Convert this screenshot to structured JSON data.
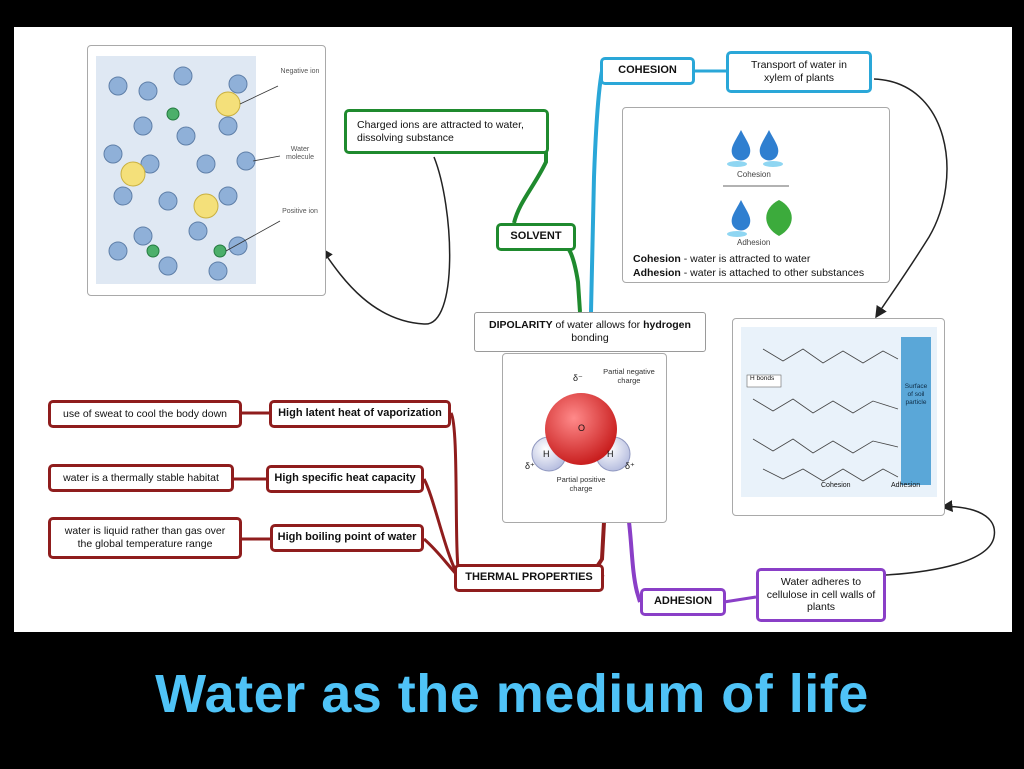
{
  "colors": {
    "solvent": "#1f8a2e",
    "cohesion": "#2aa7d8",
    "thermal": "#8f1d1d",
    "adhesion": "#8a3fc7",
    "title": "#4fc3f7"
  },
  "center": {
    "dipolarity_word": "DIPOLARITY",
    "dipolarity_rest": " of water allows for ",
    "hydrogen_word": "hydrogen",
    "bonding_word": "bonding"
  },
  "solvent": {
    "label": "SOLVENT",
    "note": "Charged ions are attracted to water, dissolving substance",
    "figure": {
      "negative_ion": "Negative ion",
      "water_molecule": "Water molecule",
      "positive_ion": "Positive ion"
    }
  },
  "cohesion": {
    "label": "COHESION",
    "note": "Transport of water in xylem of plants",
    "figure": {
      "cohesion_caption": "Cohesion",
      "adhesion_caption": "Adhesion",
      "cohesion_term": "Cohesion",
      "cohesion_def": " - water is attracted to water",
      "adhesion_term": "Adhesion",
      "adhesion_def": " - water is attached to other substances"
    }
  },
  "adhesion": {
    "label": "ADHESION",
    "note": "Water adheres to cellulose in cell walls of plants",
    "figure": {
      "h_bonds": "H bonds",
      "surface": "Surface of soil particle",
      "cohesion": "Cohesion",
      "adhesion": "Adhesion"
    }
  },
  "thermal": {
    "label": "THERMAL PROPERTIES",
    "items": [
      {
        "property": "High latent heat of vaporization",
        "example": "use of sweat to cool the body down"
      },
      {
        "property": "High specific heat capacity",
        "example": "water is a thermally stable habitat"
      },
      {
        "property": "High boiling point of water",
        "example": "water is liquid rather than gas over the global temperature range"
      }
    ]
  },
  "molecule": {
    "partial_negative": "Partial negative charge",
    "partial_positive": "Partial positive charge",
    "o": "O",
    "h": "H",
    "delta_minus": "δ⁻",
    "delta_plus": "δ⁺"
  },
  "title": "Water as the medium of life"
}
